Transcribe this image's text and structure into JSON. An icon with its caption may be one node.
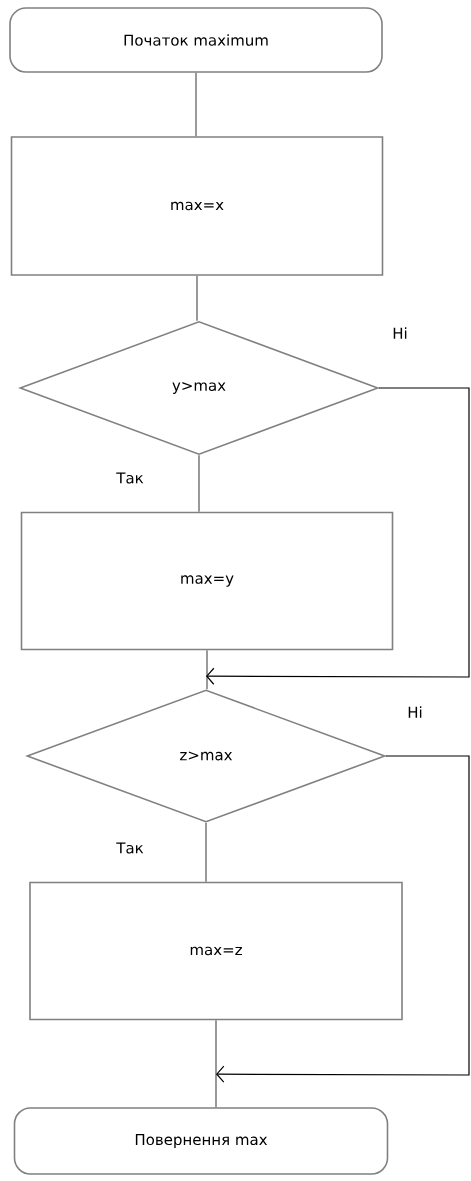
{
  "diagram": {
    "nodes": [
      {
        "text": [
          "Початок maximum"
        ]
      },
      {
        "text": [
          "max=x"
        ]
      },
      {
        "text": [
          "y>max"
        ]
      },
      {
        "text": [
          "max=y"
        ]
      },
      {
        "text": [
          "z>max"
        ]
      },
      {
        "text": [
          "max=z"
        ]
      },
      {
        "text": [
          "Повернення max"
        ]
      }
    ],
    "edges": [
      {
        "from": 0,
        "to": 1,
        "arrow": "none"
      },
      {
        "from": 1,
        "to": 2,
        "arrow": "none"
      },
      {
        "from": 2,
        "to": 3,
        "arrow": "none",
        "label": "Так"
      },
      {
        "from": 3,
        "to": 4,
        "arrow": "none"
      },
      {
        "from": 2,
        "to": 4,
        "arrow": "to",
        "label": "Ні",
        "color": "#000000"
      },
      {
        "from": 4,
        "to": 5,
        "arrow": "none",
        "label": "Так"
      },
      {
        "from": 5,
        "to": 6,
        "arrow": "none"
      },
      {
        "from": 4,
        "to": 6,
        "arrow": "to",
        "label": "Ні",
        "color": "#000000"
      }
    ]
  }
}
